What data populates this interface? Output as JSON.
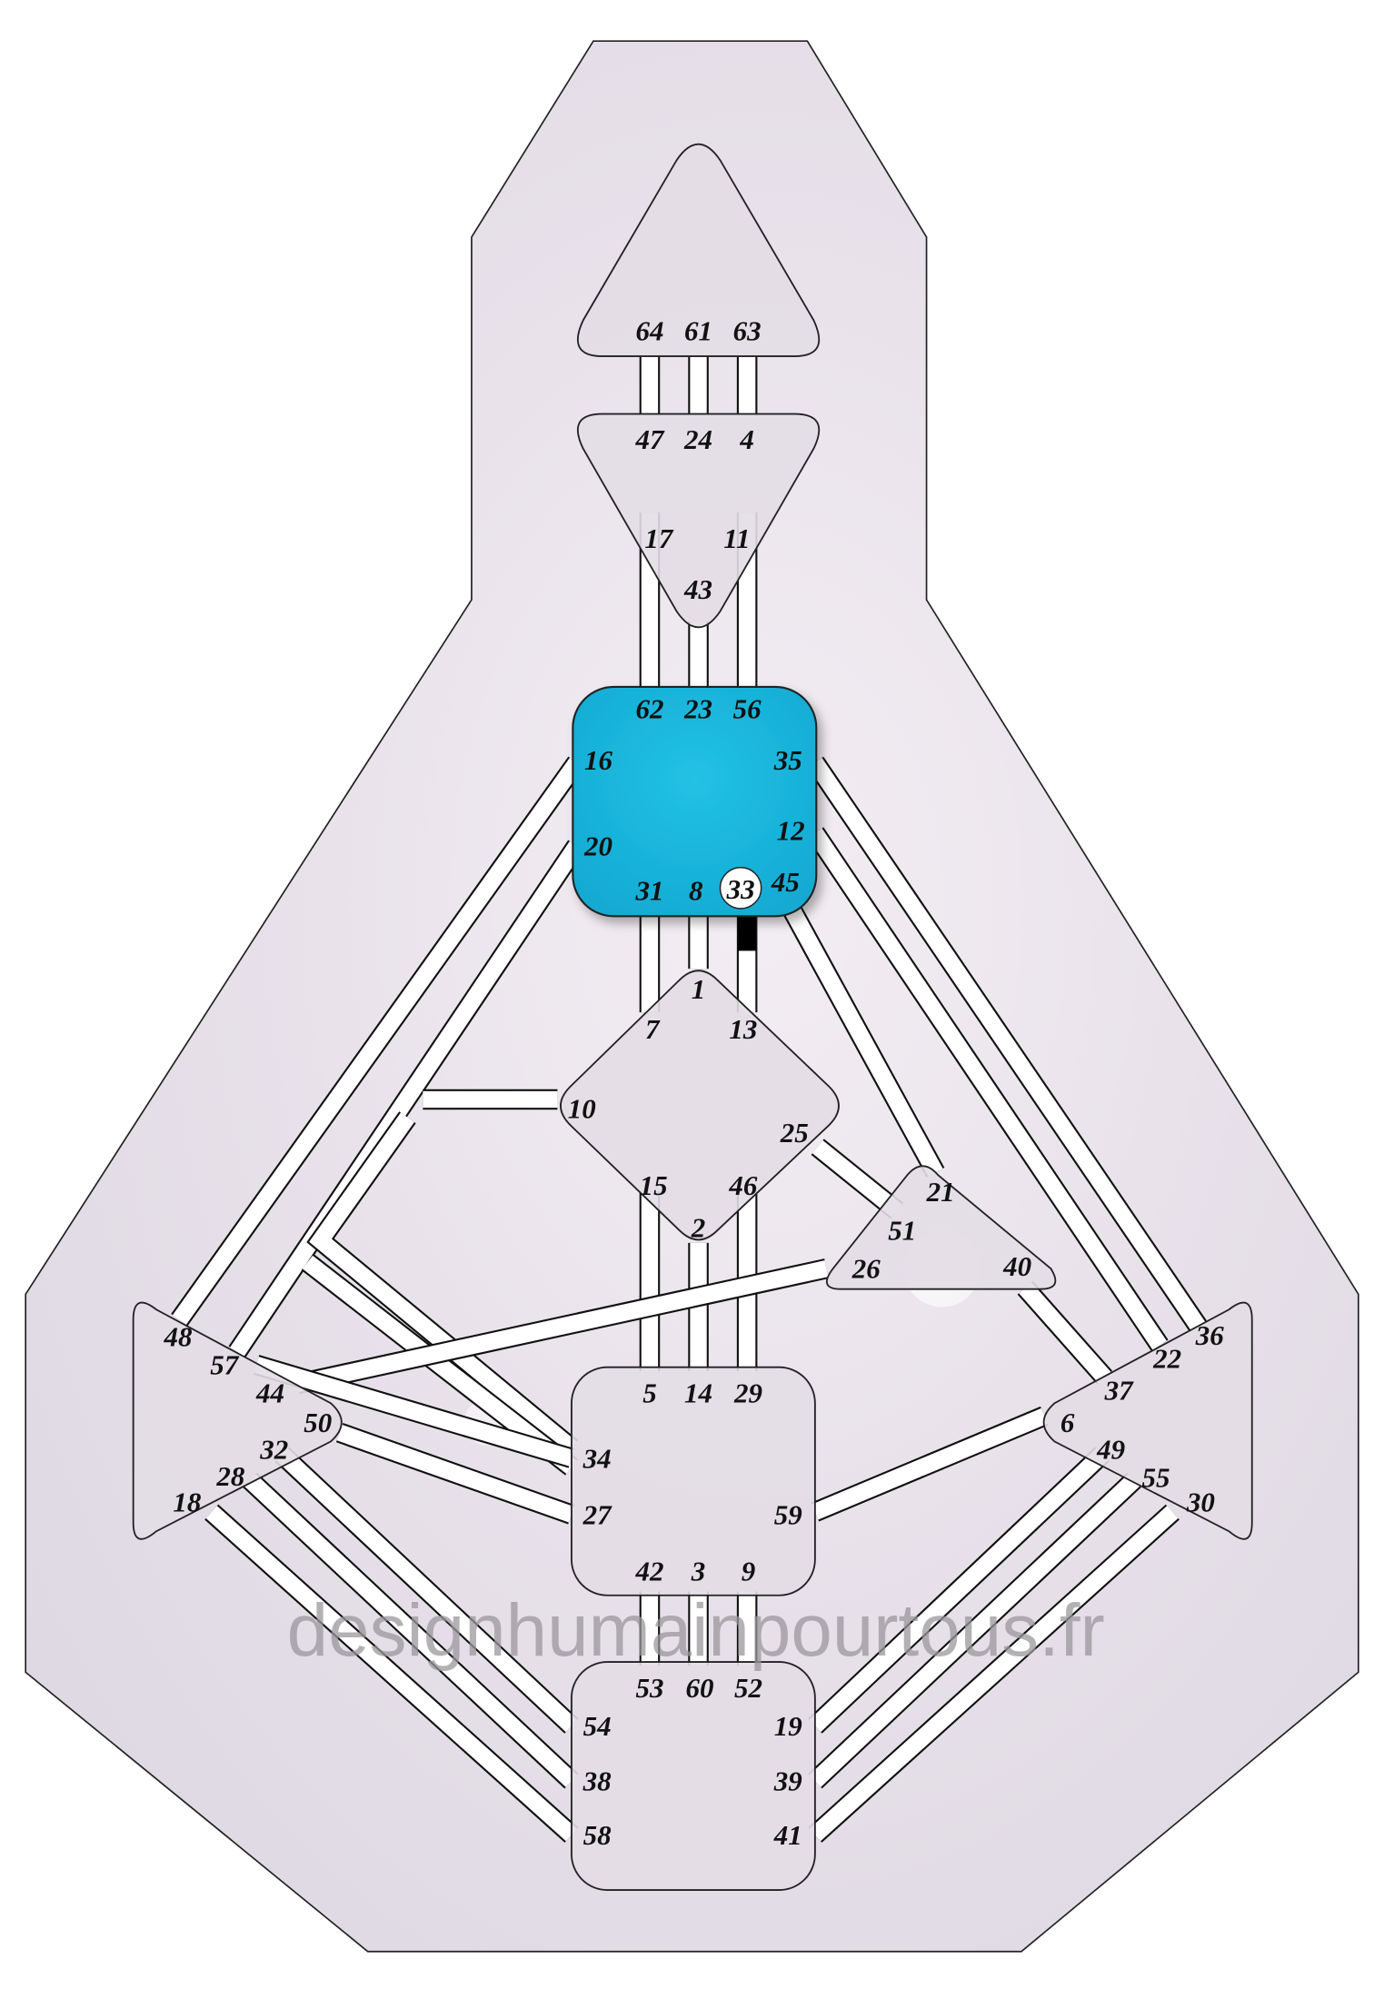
{
  "watermark": "designhumainpourtous.fr",
  "colors": {
    "background_outline": "#e9e4ec",
    "center_fill": "#e3dde6",
    "defined_center": "#1ab8dc",
    "activated_gate_circle": "#ffffff",
    "activated_channel": "#000000"
  },
  "centers": {
    "head": {
      "defined": false,
      "gates": [
        "64",
        "61",
        "63"
      ]
    },
    "ajna": {
      "defined": false,
      "gates": [
        "47",
        "24",
        "4",
        "17",
        "11",
        "43"
      ]
    },
    "throat": {
      "defined": true,
      "gates": [
        "62",
        "23",
        "56",
        "16",
        "35",
        "20",
        "12",
        "31",
        "8",
        "33",
        "45"
      ]
    },
    "g": {
      "defined": false,
      "gates": [
        "1",
        "7",
        "13",
        "10",
        "25",
        "15",
        "46",
        "2"
      ]
    },
    "heart": {
      "defined": false,
      "gates": [
        "21",
        "51",
        "26",
        "40"
      ]
    },
    "spleen": {
      "defined": false,
      "gates": [
        "48",
        "57",
        "44",
        "50",
        "32",
        "28",
        "18"
      ]
    },
    "solar_plexus": {
      "defined": false,
      "gates": [
        "36",
        "22",
        "37",
        "6",
        "49",
        "55",
        "30"
      ]
    },
    "sacral": {
      "defined": false,
      "gates": [
        "5",
        "14",
        "29",
        "34",
        "27",
        "59",
        "42",
        "3",
        "9"
      ]
    },
    "root": {
      "defined": false,
      "gates": [
        "53",
        "60",
        "52",
        "54",
        "19",
        "38",
        "39",
        "58",
        "41"
      ]
    }
  },
  "activated_gates": [
    "33"
  ],
  "channels": [
    {
      "gates": "64-47",
      "activated": "none"
    },
    {
      "gates": "61-24",
      "activated": "none"
    },
    {
      "gates": "63-4",
      "activated": "none"
    },
    {
      "gates": "17-62",
      "activated": "none"
    },
    {
      "gates": "43-23",
      "activated": "none"
    },
    {
      "gates": "11-56",
      "activated": "none"
    },
    {
      "gates": "31-7",
      "activated": "none"
    },
    {
      "gates": "8-1",
      "activated": "none"
    },
    {
      "gates": "33-13",
      "activated": "33"
    },
    {
      "gates": "15-5",
      "activated": "none"
    },
    {
      "gates": "2-14",
      "activated": "none"
    },
    {
      "gates": "46-29",
      "activated": "none"
    },
    {
      "gates": "42-53",
      "activated": "none"
    },
    {
      "gates": "3-60",
      "activated": "none"
    },
    {
      "gates": "9-52",
      "activated": "none"
    },
    {
      "gates": "16-48",
      "activated": "none"
    },
    {
      "gates": "20-57",
      "activated": "none"
    },
    {
      "gates": "10-20",
      "activated": "none"
    },
    {
      "gates": "20-34",
      "activated": "none"
    },
    {
      "gates": "10-34",
      "activated": "none"
    },
    {
      "gates": "35-36",
      "activated": "none"
    },
    {
      "gates": "12-22",
      "activated": "none"
    },
    {
      "gates": "45-21",
      "activated": "none"
    },
    {
      "gates": "25-51",
      "activated": "none"
    },
    {
      "gates": "26-44",
      "activated": "none"
    },
    {
      "gates": "40-37",
      "activated": "none"
    },
    {
      "gates": "50-27",
      "activated": "none"
    },
    {
      "gates": "59-6",
      "activated": "none"
    },
    {
      "gates": "32-54",
      "activated": "none"
    },
    {
      "gates": "28-38",
      "activated": "none"
    },
    {
      "gates": "18-58",
      "activated": "none"
    },
    {
      "gates": "49-19",
      "activated": "none"
    },
    {
      "gates": "55-39",
      "activated": "none"
    },
    {
      "gates": "30-41",
      "activated": "none"
    },
    {
      "gates": "57-34",
      "activated": "none"
    }
  ]
}
